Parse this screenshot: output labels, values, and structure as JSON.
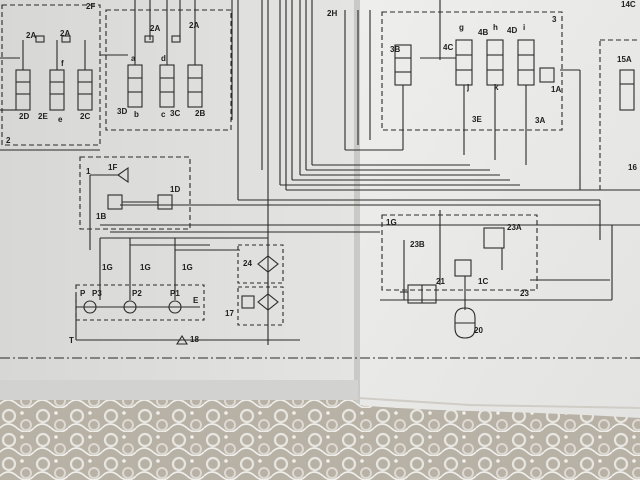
{
  "labels": {
    "h2f": "2F",
    "h2a_l1": "2A",
    "h2a_l2": "2A",
    "h2a_m1": "2A",
    "h2a_m2": "2A",
    "a": "a",
    "d": "d",
    "b": "b",
    "c": "c",
    "f": "f",
    "e": "e",
    "h2d": "2D",
    "h2e": "2E",
    "h2c": "2C",
    "h3d": "3D",
    "h3c": "3C",
    "h2b": "2B",
    "g2": "2",
    "h2h": "2H",
    "g3": "3",
    "h3b": "3B",
    "h4c": "4C",
    "g": "g",
    "h4b": "4B",
    "h": "h",
    "h4d": "4D",
    "i": "i",
    "j": "j",
    "k": "k",
    "h3e": "3E",
    "h3a": "3A",
    "h1a": "1A",
    "h15a": "15A",
    "h16": "16",
    "h14c": "14C",
    "g1": "1",
    "h1f": "1F",
    "h1d": "1D",
    "h1b": "1B",
    "h1g_a": "1G",
    "h1g_b": "1G",
    "h1g_c": "1G",
    "h1g_d": "1G",
    "h24": "24",
    "h17": "17",
    "p": "P",
    "p3": "P3",
    "p2": "P2",
    "p1": "P1",
    "e_big": "E",
    "t": "T",
    "h18": "18",
    "h23b": "23B",
    "h23a": "23A",
    "h21": "21",
    "h1c": "1C",
    "h23": "23",
    "h20": "20"
  }
}
